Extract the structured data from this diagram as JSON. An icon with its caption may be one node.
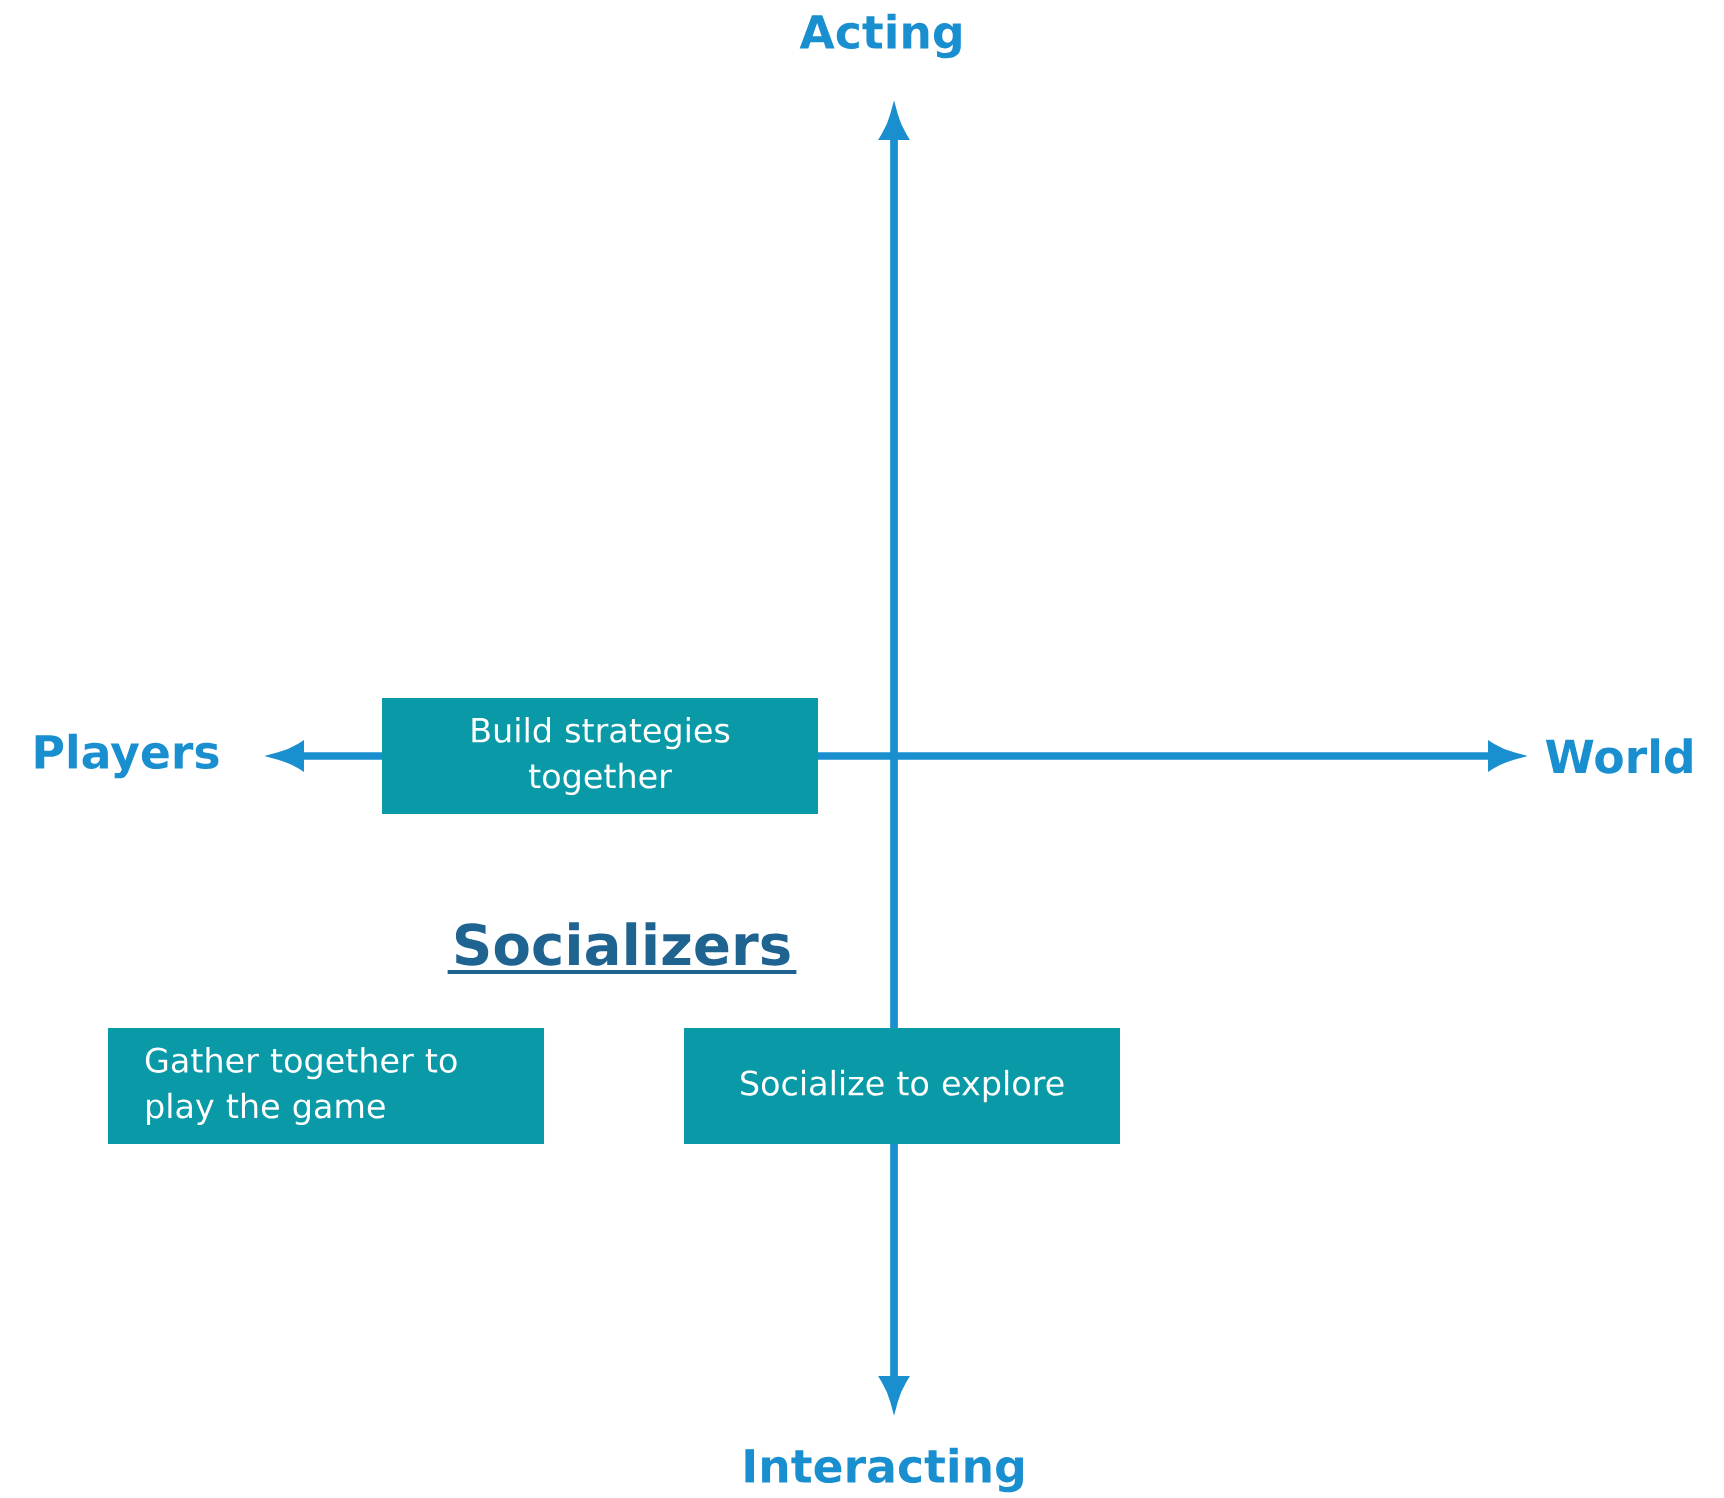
{
  "diagram": {
    "title": "Socializers",
    "nodes": [
      {
        "text": [
          "Build strategies together"
        ]
      },
      {
        "text": [
          "Gather together to play the game"
        ]
      },
      {
        "text": [
          "Socialize to explore"
        ]
      }
    ],
    "edges": [],
    "labels": [
      "Acting",
      "Players",
      "World",
      "Interacting"
    ]
  }
}
